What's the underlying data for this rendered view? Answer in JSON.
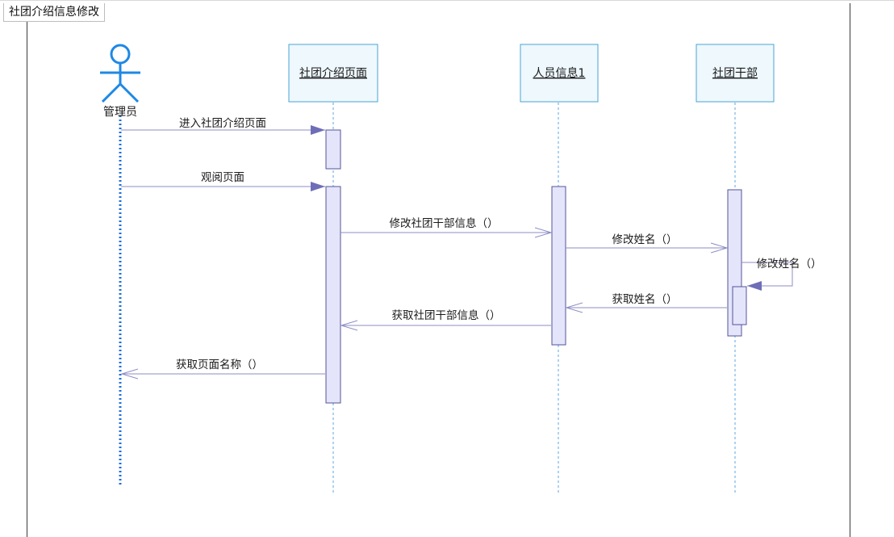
{
  "title": "社团介绍信息修改",
  "actor": {
    "name": "管理员"
  },
  "lifelines": [
    {
      "id": "intro-page",
      "label": "社团介绍页面"
    },
    {
      "id": "person-info",
      "label": "人员信息1"
    },
    {
      "id": "club-cadre",
      "label": "社团干部"
    }
  ],
  "messages": [
    {
      "id": "enter-page",
      "label": "进入社团介绍页面",
      "from": "管理员",
      "to": "社团介绍页面",
      "kind": "sync"
    },
    {
      "id": "view-page",
      "label": "观阅页面",
      "from": "管理员",
      "to": "社团介绍页面",
      "kind": "sync"
    },
    {
      "id": "modify-cadre-info",
      "label": "修改社团干部信息（）",
      "from": "社团介绍页面",
      "to": "人员信息1",
      "kind": "call"
    },
    {
      "id": "modify-name",
      "label": "修改姓名（）",
      "from": "人员信息1",
      "to": "社团干部",
      "kind": "call"
    },
    {
      "id": "self-modify-name",
      "label": "修改姓名（）",
      "from": "社团干部",
      "to": "社团干部",
      "kind": "self"
    },
    {
      "id": "get-name",
      "label": "获取姓名（）",
      "from": "社团干部",
      "to": "人员信息1",
      "kind": "return"
    },
    {
      "id": "get-cadre-info",
      "label": "获取社团干部信息（）",
      "from": "人员信息1",
      "to": "社团介绍页面",
      "kind": "return"
    },
    {
      "id": "get-page-name",
      "label": "获取页面名称（）",
      "from": "社团介绍页面",
      "to": "管理员",
      "kind": "return"
    }
  ],
  "colors": {
    "actor_blue": "#1e88e5",
    "header_fill": "#eef8fd",
    "header_border": "#4aa3d6",
    "activation_fill": "#e4e4fb",
    "activation_border": "#55559a",
    "message_line": "#8c8cc6",
    "sync_arrow_fill": "#6e6eb8",
    "lifeline_dash": "#5aa7e6"
  }
}
